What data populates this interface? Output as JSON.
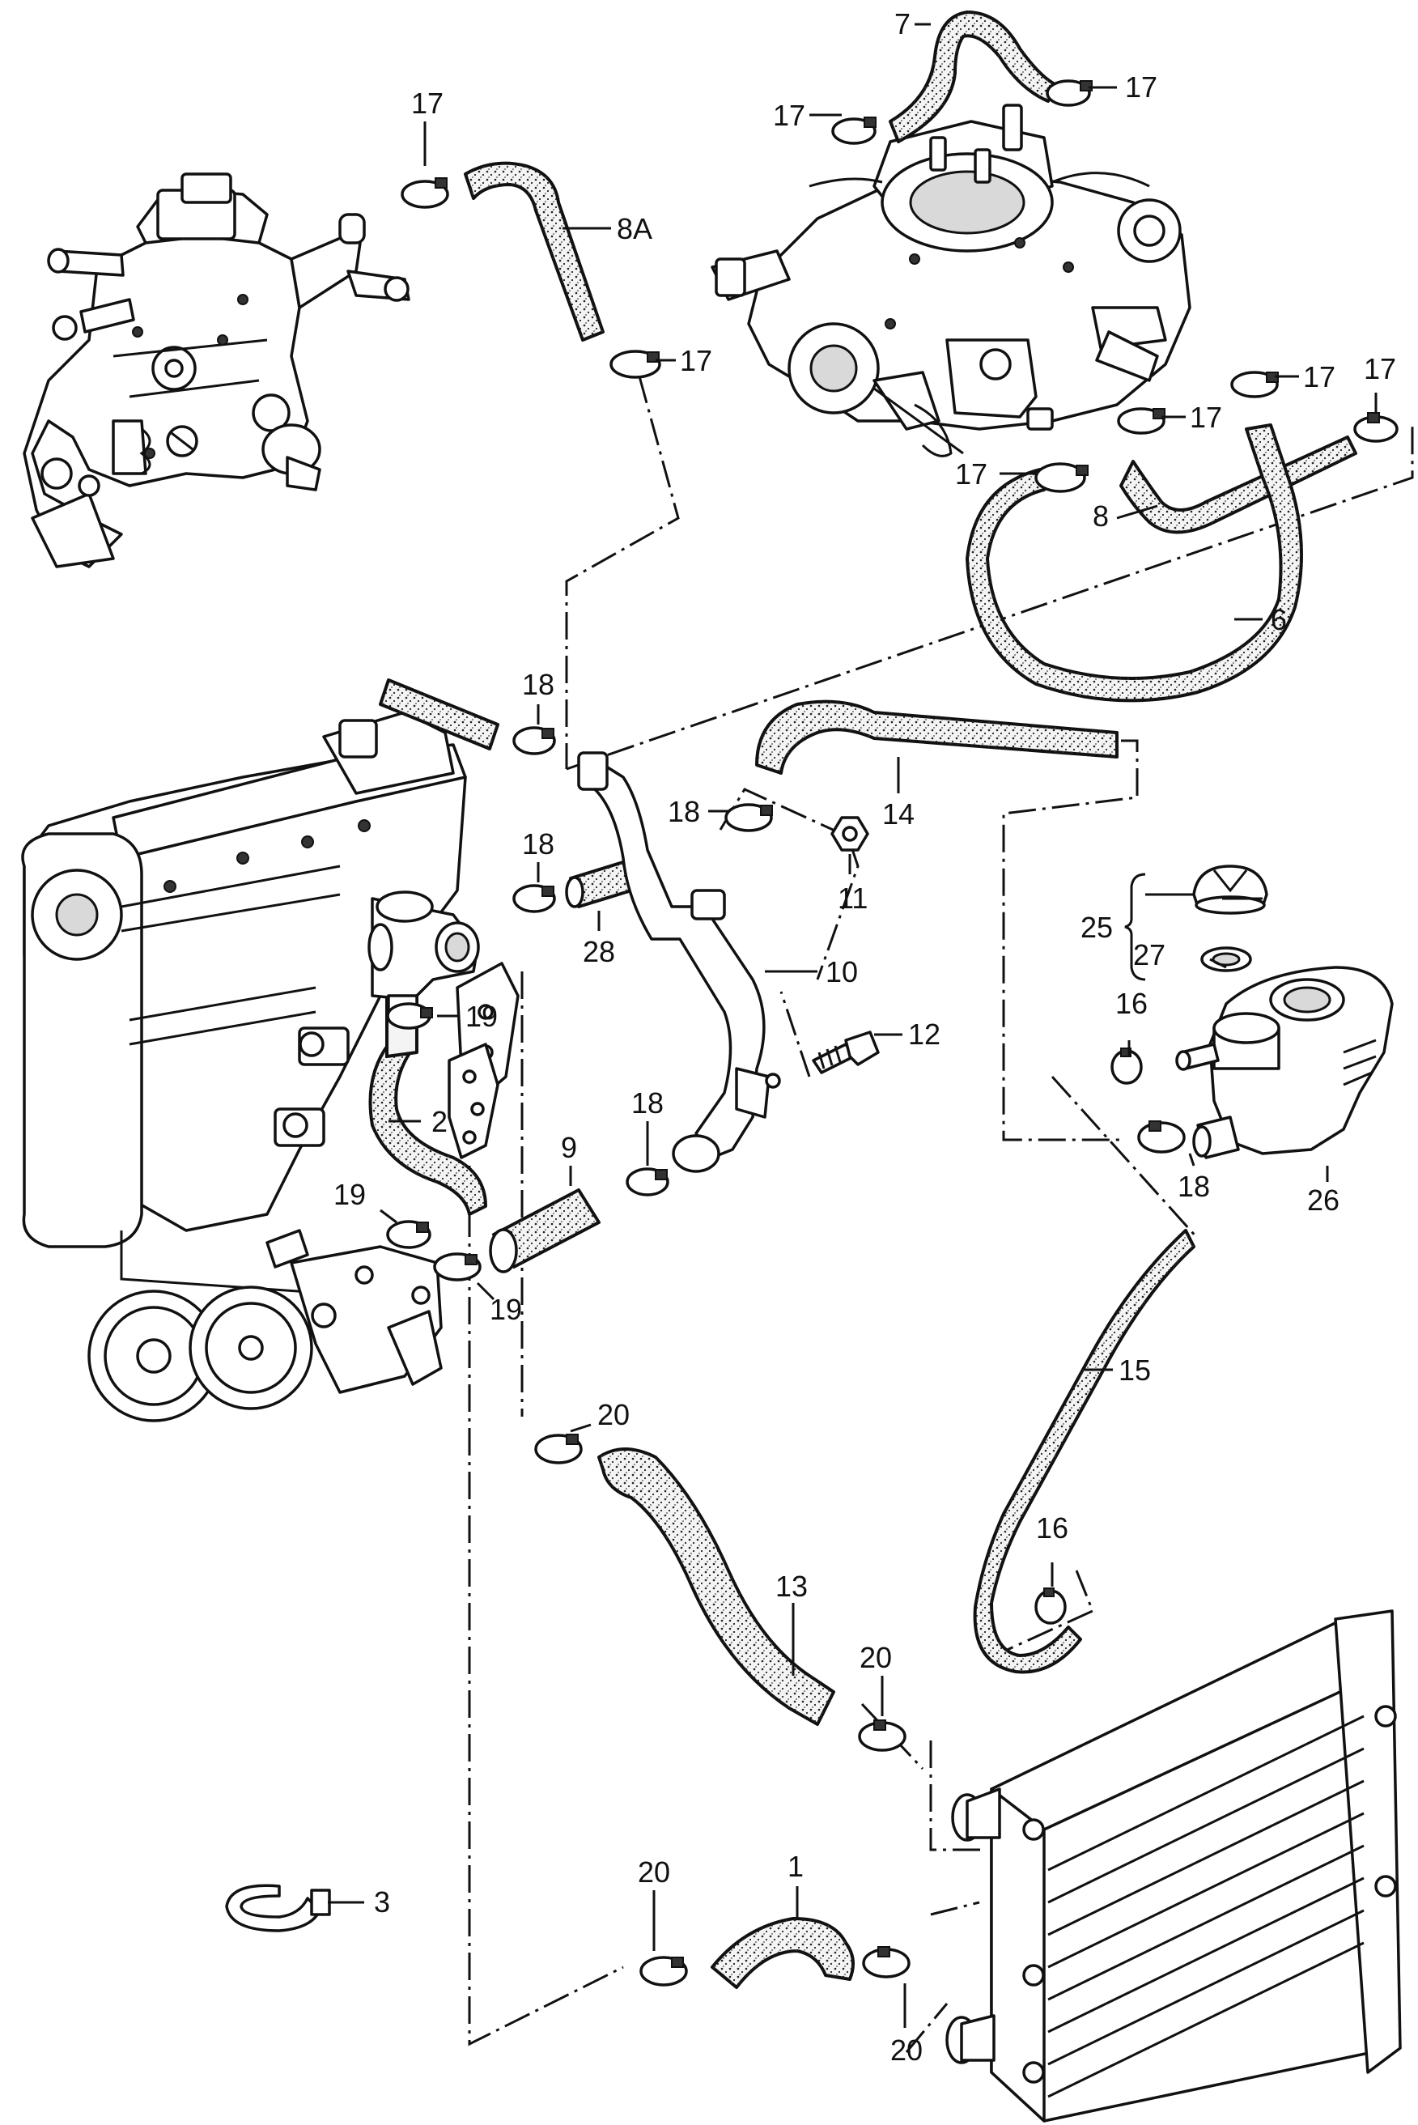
{
  "diagram": {
    "labels": {
      "l1": "1",
      "l2": "2",
      "l3": "3",
      "l6": "6",
      "l7": "7",
      "l8": "8",
      "l8a": "8A",
      "l9": "9",
      "l10": "10",
      "l11": "11",
      "l12": "12",
      "l13": "13",
      "l14": "14",
      "l15": "15",
      "l16a": "16",
      "l16b": "16",
      "l17a": "17",
      "l17b": "17",
      "l17c": "17",
      "l17d": "17",
      "l17e": "17",
      "l17f": "17",
      "l17g": "17",
      "l17h": "17",
      "l18a": "18",
      "l18b": "18",
      "l18c": "18",
      "l18d": "18",
      "l18e": "18",
      "l19a": "19",
      "l19b": "19",
      "l19c": "19",
      "l20a": "20",
      "l20b": "20",
      "l20c": "20",
      "l20d": "20",
      "l25": "25",
      "l26": "26",
      "l27": "27",
      "l28": "28"
    }
  }
}
